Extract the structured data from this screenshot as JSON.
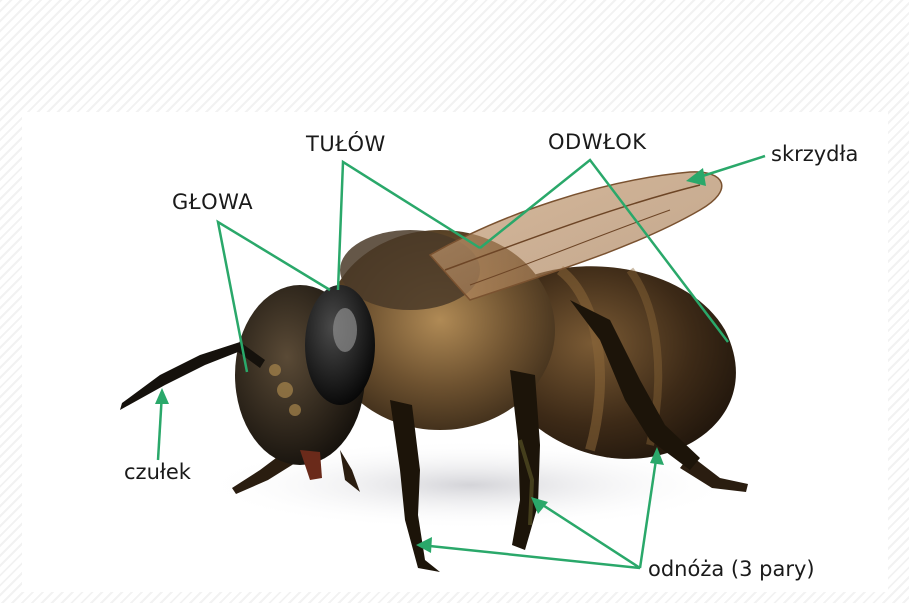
{
  "labels": {
    "head": "GŁOWA",
    "thorax": "TUŁÓW",
    "abdomen": "ODWŁOK",
    "wings": "skrzydła",
    "antenna": "czułek",
    "legs": "odnóża (3 pary)"
  },
  "colors": {
    "pointer": "#2aa86a",
    "text": "#1a1a1a"
  }
}
